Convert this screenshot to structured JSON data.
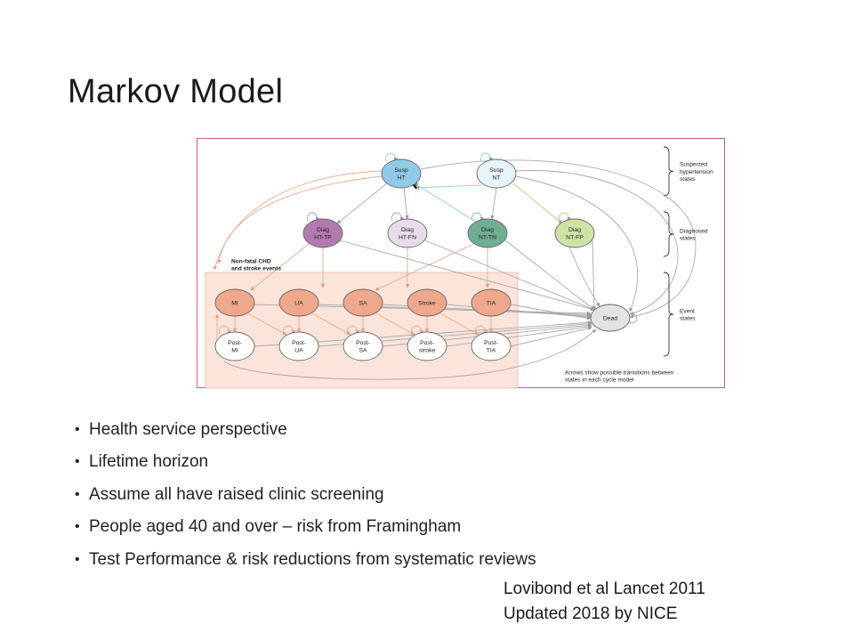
{
  "slide": {
    "title": "Markov Model"
  },
  "diagram": {
    "nodes": {
      "susp_ht": "Susp\nHT",
      "susp_nt": "Susp\nNT",
      "diag_ht_tp": "Diag\nHT-TP",
      "diag_ht_fn": "Diag\nHT-FN",
      "diag_nt_tn": "Diag\nNT-TN",
      "diag_nt_fp": "Diag\nNT-FP",
      "mi": "MI",
      "ua": "UA",
      "sa": "SA",
      "stroke": "Stroke",
      "tia": "TIA",
      "post_mi": "Post-\nMI",
      "post_ua": "Post-\nUA",
      "post_sa": "Post-\nSA",
      "post_stroke": "Post-\nstroke",
      "post_tia": "Post-\nTIA",
      "dead": "Dead"
    },
    "event_box_label": "Non-fatal CHD\nand stroke events",
    "brackets": {
      "suspected": "Suspected\nhypertension\nstates",
      "diagnosed": "Diagnosed\nstates",
      "event": "Event\nstates"
    },
    "note": "Arrows show possible transitions between\nstates in each cycle model",
    "colors": {
      "frame": "#d05a86",
      "susp_ht_fill": "#8fcbe6",
      "susp_nt_fill": "#e6f3f8",
      "diag_ht_tp_fill": "#b27bb0",
      "diag_ht_fn_fill": "#e9dcea",
      "diag_nt_tn_fill": "#6fae94",
      "diag_nt_fp_fill": "#cfe3a6",
      "event_fill": "#f0a88c",
      "event_box_fill": "#fbe4da",
      "dead_fill": "#e2e3e5"
    }
  },
  "bullets": [
    "Health service perspective",
    "Lifetime horizon",
    "Assume all have raised clinic screening",
    "People aged 40 and over – risk from Framingham",
    "Test Performance & risk reductions from systematic reviews"
  ],
  "citation": {
    "line1": "Lovibond et al Lancet 2011",
    "line2": "Updated 2018 by NICE"
  }
}
